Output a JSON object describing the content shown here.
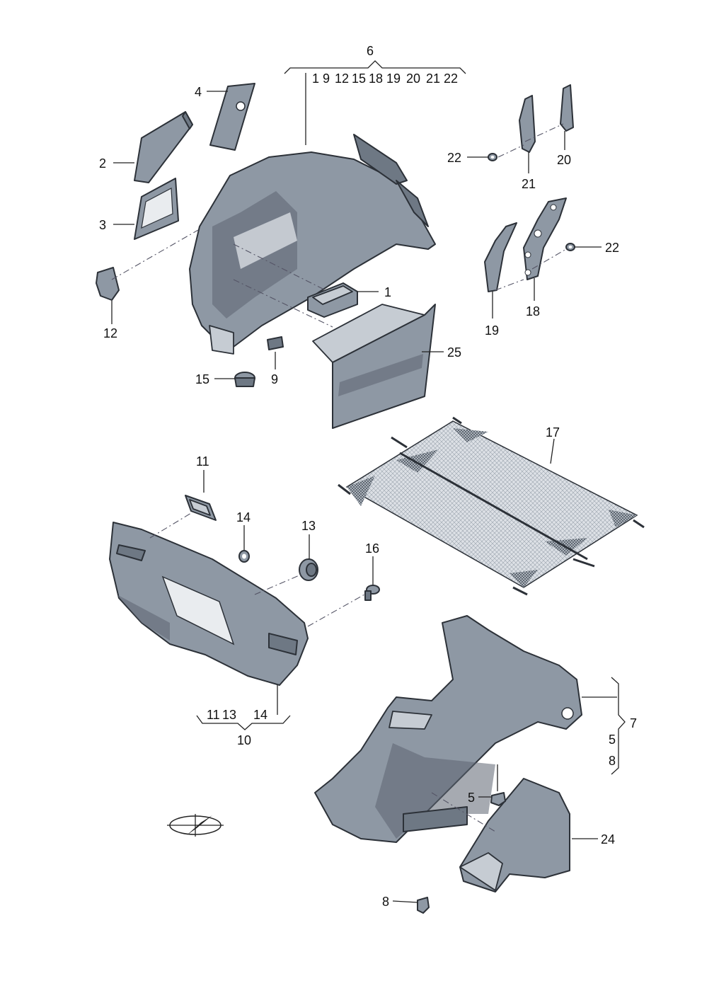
{
  "diagram": {
    "type": "exploded-parts-diagram",
    "callouts": {
      "c1": "1",
      "c2": "2",
      "c3": "3",
      "c4": "4",
      "c5": "5",
      "c5b": "5",
      "c6": "6",
      "c7": "7",
      "c8": "8",
      "c8b": "8",
      "c9": "9",
      "c10": "10",
      "c11": "11",
      "c12": "12",
      "c13": "13",
      "c14": "14",
      "c14b": "14",
      "c15": "15",
      "c16": "16",
      "c17": "17",
      "c18": "18",
      "c19": "19",
      "c20": "20",
      "c21": "21",
      "c22a": "22",
      "c22b": "22",
      "c24": "24",
      "c25": "25"
    },
    "group6": {
      "number": "6",
      "contains": [
        "1",
        "9",
        "12",
        "15",
        "18",
        "19",
        "20",
        "21",
        "22"
      ]
    },
    "group10": {
      "number": "10",
      "contains": [
        "11",
        "13",
        "14"
      ]
    },
    "group7": {
      "number": "7",
      "contains": [
        "5",
        "8"
      ]
    }
  }
}
